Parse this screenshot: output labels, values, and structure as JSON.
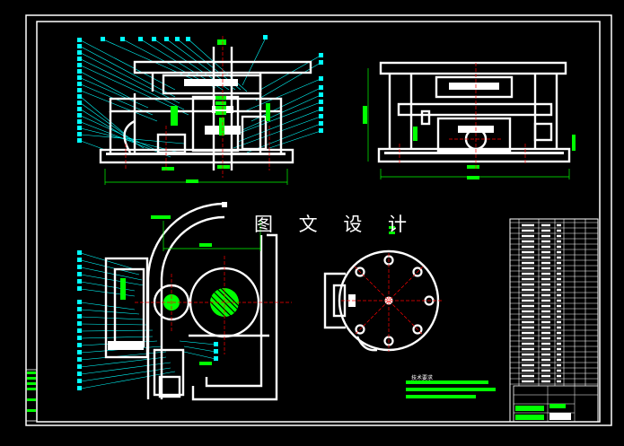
{
  "watermark": "图 文 设 计",
  "tech_requirements_label": "技术要求",
  "colors": {
    "background": "#000000",
    "outline": "#ffffff",
    "leader": "#00ffff",
    "dimension": "#00ff00",
    "centerline": "#ff0000"
  },
  "title_block": {
    "rows": 30
  }
}
